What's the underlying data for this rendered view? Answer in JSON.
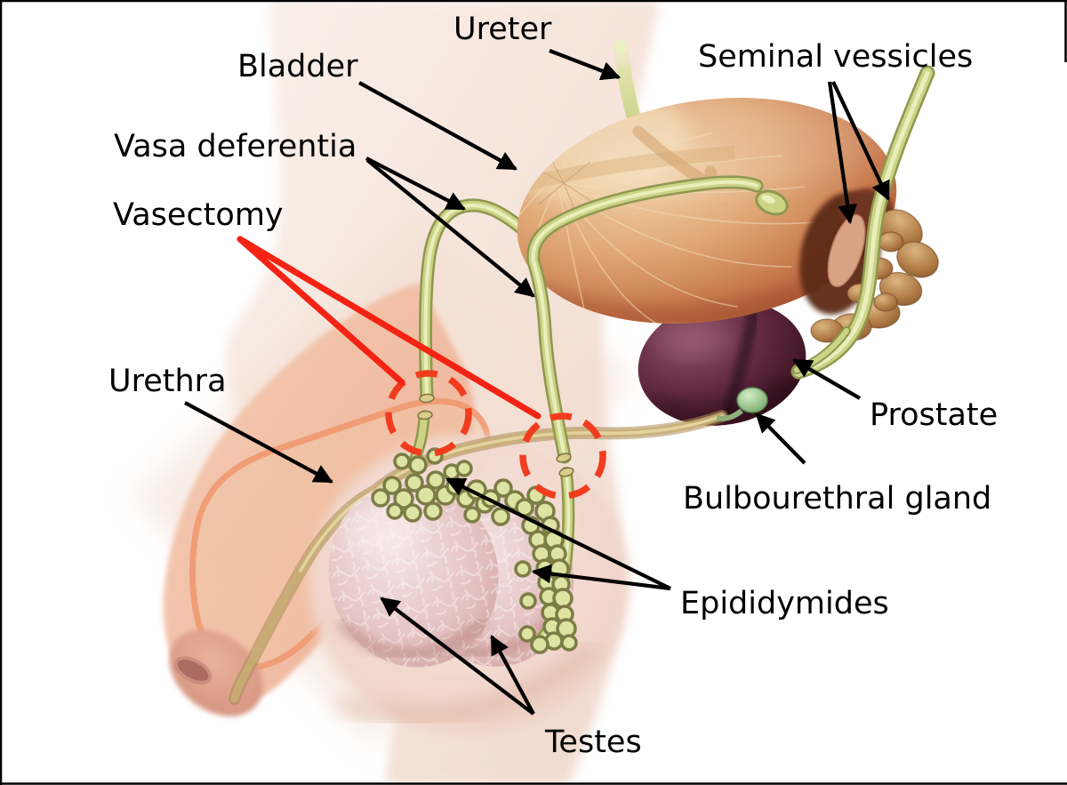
{
  "figure": {
    "type": "anatomical-diagram",
    "subject": "Vasectomy — male reproductive system, sagittal view"
  },
  "labels": [
    {
      "id": "ureter",
      "text": "Ureter"
    },
    {
      "id": "bladder",
      "text": "Bladder"
    },
    {
      "id": "vasa-deferentia",
      "text": "Vasa deferentia"
    },
    {
      "id": "vasectomy",
      "text": "Vasectomy"
    },
    {
      "id": "urethra",
      "text": "Urethra"
    },
    {
      "id": "seminal-vesicles",
      "text": "Seminal vessicles"
    },
    {
      "id": "prostate",
      "text": "Prostate"
    },
    {
      "id": "bulbourethral-gland",
      "text": "Bulbourethral gland"
    },
    {
      "id": "epididymides",
      "text": "Epididymides"
    },
    {
      "id": "testes",
      "text": "Testes"
    }
  ],
  "colors": {
    "vasectomy_red": "#f42313",
    "dashed_circle_red": "#f23c1e",
    "arrow_black": "#000000",
    "tube_green": "#ccd385",
    "tube_green_edge": "#8e974f",
    "urethra_tan": "#c9ae74",
    "bladder_orange": "#c97c4e",
    "prostate_maroon": "#5e2740",
    "seminal_vesicle_brown": "#a5703d",
    "bulbourethral_green": "#8fbe83",
    "testis_pink": "#e3bfbf",
    "skin_pale": "#f2ddd3"
  }
}
